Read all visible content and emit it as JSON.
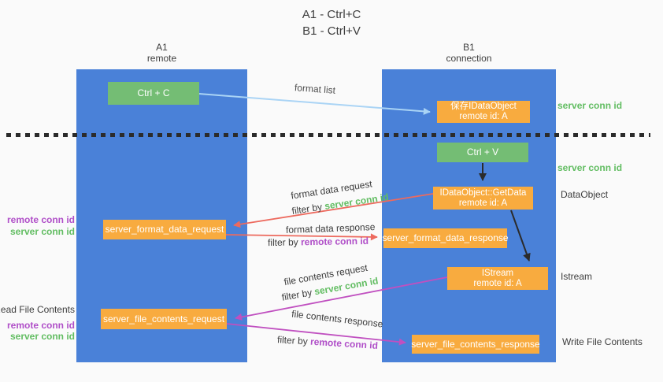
{
  "title": {
    "line1": "A1 - Ctrl+C",
    "line2": "B1 - Ctrl+V"
  },
  "lanes": {
    "a1": {
      "name": "A1",
      "role": "remote"
    },
    "b1": {
      "name": "B1",
      "role": "connection"
    }
  },
  "nodes": {
    "ctrl_c": {
      "label": "Ctrl + C"
    },
    "save_idataobject": {
      "line1": "保存IDataObject",
      "line2": "remote id: A"
    },
    "ctrl_v": {
      "label": "Ctrl + V"
    },
    "getdata": {
      "line1": "IDataObject::GetData",
      "line2": "remote id: A"
    },
    "format_request": {
      "label": "server_format_data_request"
    },
    "format_response": {
      "label": "server_format_data_response"
    },
    "istream": {
      "line1": "IStream",
      "line2": "remote id: A"
    },
    "file_request": {
      "label": "server_file_contents_request"
    },
    "file_response": {
      "label": "server_file_contents_response"
    }
  },
  "flow_labels": {
    "format_list": "format list",
    "format_data_request": "format data request",
    "format_data_response": "format data response",
    "file_contents_request": "file contents request",
    "file_contents_response": "file contents response",
    "filter_by": "filter by",
    "server_conn_id": "server conn id",
    "remote_conn_id": "remote conn id"
  },
  "annotations": {
    "right": {
      "server_conn_id_top": "server conn id",
      "server_conn_id_mid": "server conn id",
      "data_object": "DataObject",
      "istream": "Istream",
      "write_file_contents": "Write File Contents"
    },
    "left": {
      "remote_conn_id_top": "remote conn id",
      "server_conn_id_top": "server conn id",
      "read_file_contents": "Read File Contents",
      "remote_conn_id_bottom": "remote conn id",
      "server_conn_id_bottom": "server conn id"
    }
  },
  "colors": {
    "background": "#fafafa",
    "lane_blue": "#4a81d8",
    "node_green": "#74bd74",
    "node_orange": "#f8ab3f",
    "arrow_light_blue": "#aad4f5",
    "arrow_salmon": "#ed6a5e",
    "arrow_magenta": "#c050c0",
    "arrow_black": "#2b2b2b",
    "label_green": "#62bd62",
    "label_purple": "#b04fc8",
    "text_dark": "#3d3d3d"
  }
}
